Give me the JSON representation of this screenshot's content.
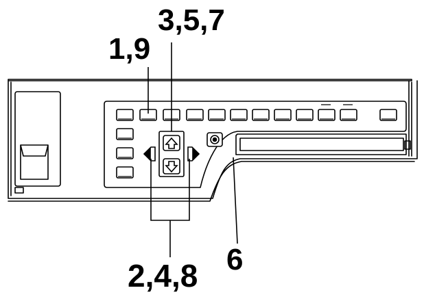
{
  "callouts": {
    "step_1_9": "1,9",
    "step_3_5_7": "3,5,7",
    "step_2_4_8": "2,4,8",
    "step_6": "6"
  },
  "colors": {
    "line": "#000000",
    "background": "#ffffff"
  },
  "icons": {
    "up": "up-arrow-icon",
    "down": "down-arrow-icon",
    "left": "left-arrow-icon",
    "right": "right-arrow-icon",
    "knob": "round-knob-icon"
  }
}
